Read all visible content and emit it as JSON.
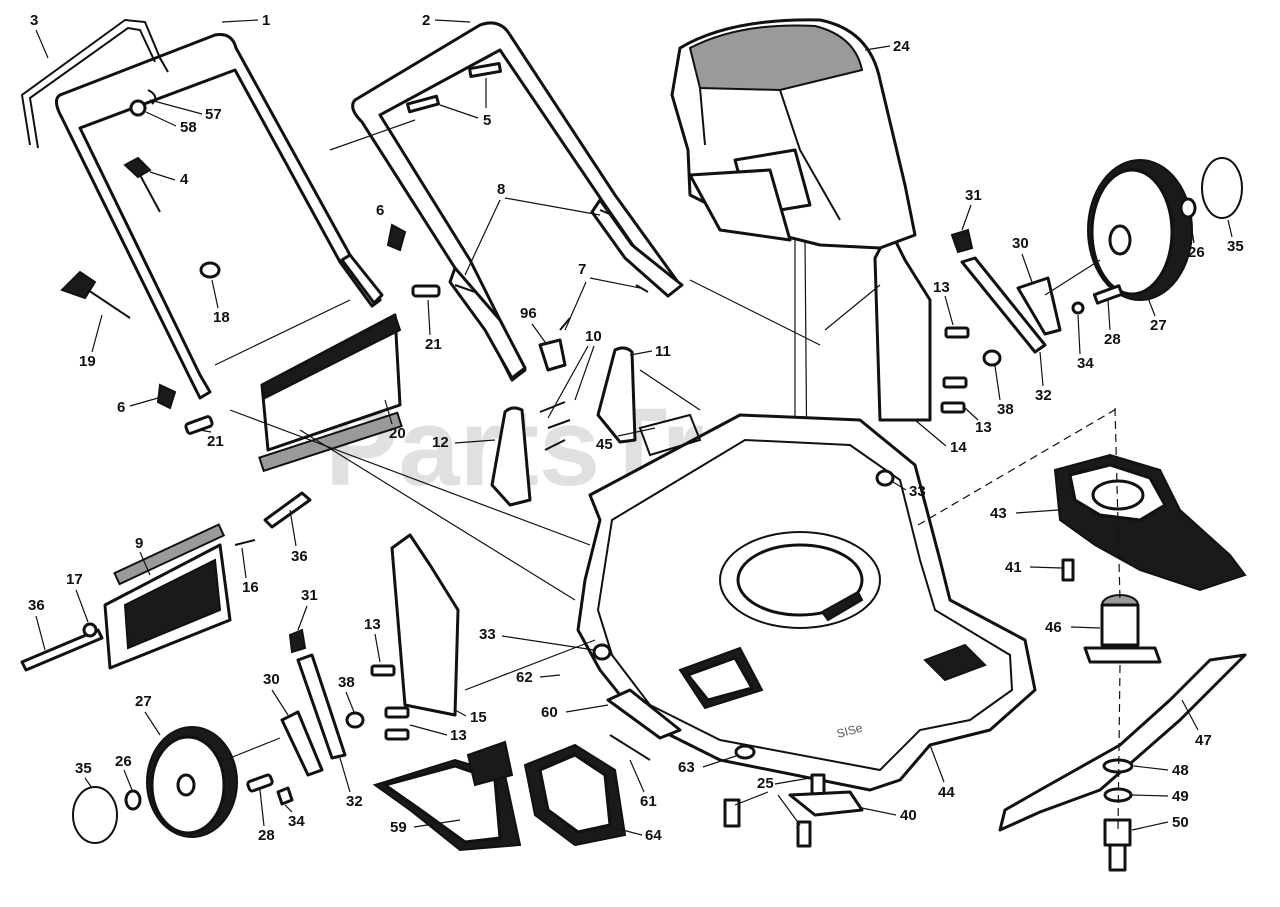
{
  "watermark": "PartsTree",
  "labels": {
    "p1": "1",
    "p2": "2",
    "p3": "3",
    "p4": "4",
    "p5": "5",
    "p6a": "6",
    "p6b": "6",
    "p7": "7",
    "p8": "8",
    "p9": "9",
    "p10": "10",
    "p11": "11",
    "p12": "12",
    "p13a": "13",
    "p13b": "13",
    "p13c": "13",
    "p13d": "13",
    "p14": "14",
    "p15": "15",
    "p16": "16",
    "p17": "17",
    "p18": "18",
    "p19": "19",
    "p20": "20",
    "p21a": "21",
    "p21b": "21",
    "p24": "24",
    "p25": "25",
    "p26a": "26",
    "p26b": "26",
    "p27a": "27",
    "p27b": "27",
    "p28a": "28",
    "p28b": "28",
    "p30a": "30",
    "p30b": "30",
    "p31a": "31",
    "p31b": "31",
    "p32a": "32",
    "p32b": "32",
    "p33a": "33",
    "p33b": "33",
    "p34a": "34",
    "p34b": "34",
    "p35a": "35",
    "p35b": "35",
    "p36a": "36",
    "p36b": "36",
    "p38a": "38",
    "p38b": "38",
    "p40": "40",
    "p41": "41",
    "p43": "43",
    "p44": "44",
    "p45": "45",
    "p46": "46",
    "p47": "47",
    "p48": "48",
    "p49": "49",
    "p50": "50",
    "p57": "57",
    "p58": "58",
    "p59": "59",
    "p60": "60",
    "p61": "61",
    "p62": "62",
    "p63": "63",
    "p64": "64",
    "p96": "96"
  },
  "deck_marking": "SISe"
}
